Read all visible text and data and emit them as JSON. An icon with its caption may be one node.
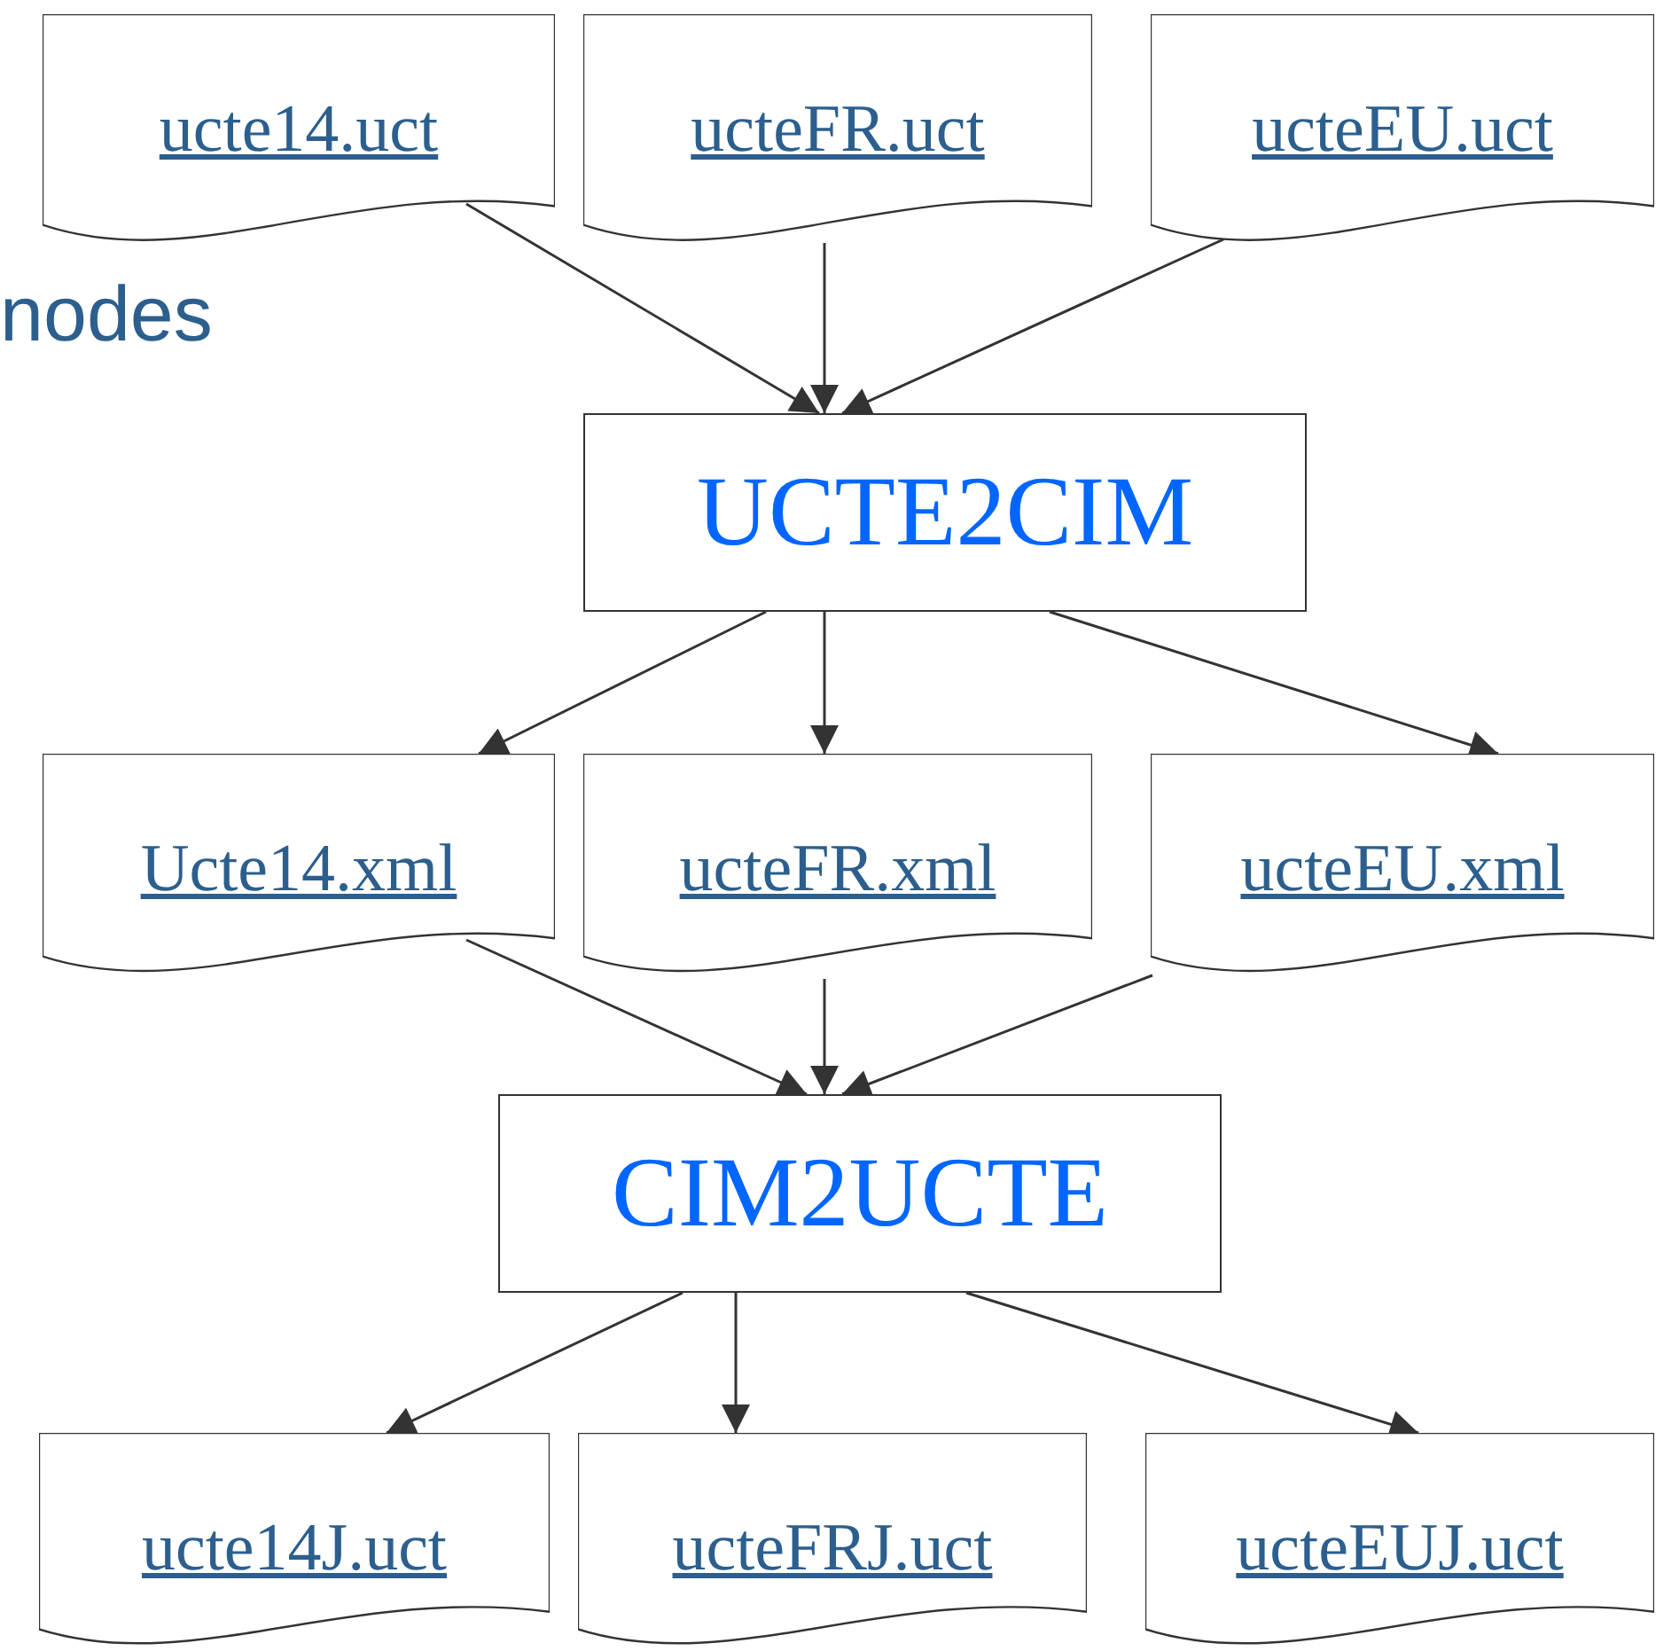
{
  "diagram": {
    "nodes": [
      {
        "text": [
          "ucte14.uct"
        ]
      },
      {
        "text": [
          "ucteFR.uct"
        ]
      },
      {
        "text": [
          "ucteEU.uct"
        ]
      },
      {
        "text": [
          "UCTE2CIM"
        ]
      },
      {
        "text": [
          "Ucte14.xml"
        ]
      },
      {
        "text": [
          "ucteFR.xml"
        ]
      },
      {
        "text": [
          "ucteEU.xml"
        ]
      },
      {
        "text": [
          "CIM2UCTE"
        ]
      },
      {
        "text": [
          "ucte14J.uct"
        ]
      },
      {
        "text": [
          "ucteFRJ.uct"
        ]
      },
      {
        "text": [
          "ucteEUJ.uct"
        ]
      }
    ],
    "edges": [
      {
        "from": 0,
        "to": 3,
        "arrow": "to"
      },
      {
        "from": 1,
        "to": 3,
        "arrow": "to"
      },
      {
        "from": 2,
        "to": 3,
        "arrow": "to"
      },
      {
        "from": 3,
        "to": 4,
        "arrow": "to"
      },
      {
        "from": 3,
        "to": 5,
        "arrow": "to"
      },
      {
        "from": 3,
        "to": 6,
        "arrow": "to"
      },
      {
        "from": 4,
        "to": 7,
        "arrow": "to"
      },
      {
        "from": 5,
        "to": 7,
        "arrow": "to"
      },
      {
        "from": 6,
        "to": 7,
        "arrow": "to"
      },
      {
        "from": 7,
        "to": 8,
        "arrow": "to"
      },
      {
        "from": 7,
        "to": 9,
        "arrow": "to"
      },
      {
        "from": 7,
        "to": 10,
        "arrow": "to"
      }
    ],
    "labels": [
      "nodes"
    ]
  }
}
